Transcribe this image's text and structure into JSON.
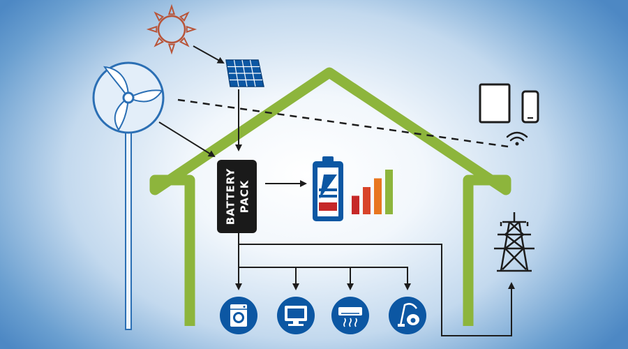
{
  "battery_pack": {
    "line1": "BATTERY",
    "line2": "PACK"
  },
  "charge_indicator": {
    "bars": [
      1,
      2,
      3,
      4
    ],
    "bar_colors": [
      "#c62828",
      "#d8442a",
      "#e8761f",
      "#8db53c"
    ]
  },
  "colors": {
    "house_outline": "#8db53c",
    "flow_line": "#1d1d1d",
    "appliance_fill": "#0c57a3",
    "sun_outline": "#b8553a",
    "solar_panel": "#0c57a3",
    "turbine_outline": "#2b6fb4",
    "battery_pack_fill": "#1a1a1a"
  },
  "appliances": [
    {
      "name": "washing-machine-icon"
    },
    {
      "name": "computer-monitor-icon"
    },
    {
      "name": "air-conditioner-icon"
    },
    {
      "name": "vacuum-cleaner-icon"
    }
  ],
  "icons": [
    "sun-icon",
    "solar-panel-icon",
    "wind-turbine-icon",
    "tablet-icon",
    "smartphone-icon",
    "wifi-icon",
    "power-pylon-icon",
    "battery-level-icon"
  ]
}
